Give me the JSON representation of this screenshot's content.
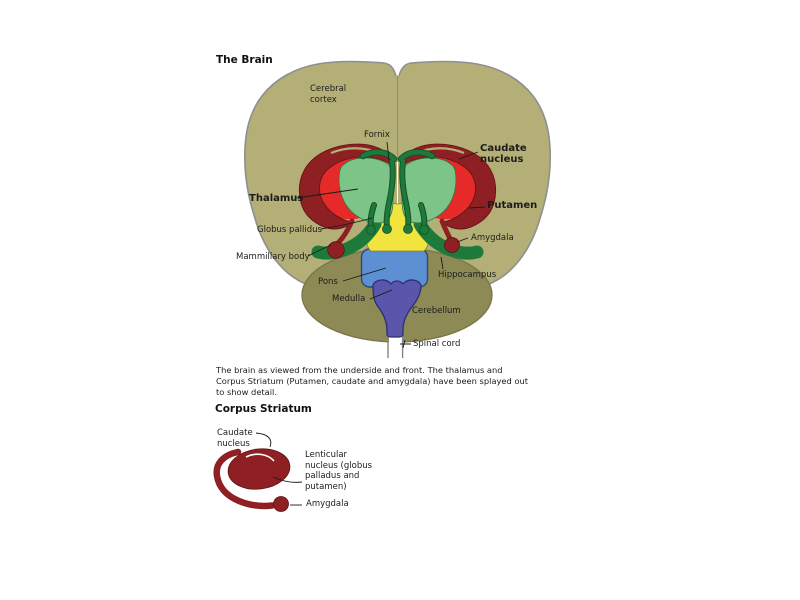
{
  "main_diagram": {
    "title": "The Brain",
    "labels": {
      "cerebral_cortex": "Cerebral\ncortex",
      "fornix": "Fornix",
      "caudate_nucleus": "Caudate\nnucleus",
      "thalamus": "Thalamus",
      "putamen": "Putamen",
      "globus_pallidus": "Globus pallidus",
      "amygdala": "Amygdala",
      "mammillary_body": "Mammillary body",
      "hippocampus": "Hippocampus",
      "pons": "Pons",
      "medulla": "Medulla",
      "cerebellum": "Cerebellum",
      "spinal_cord": "Spinal cord"
    },
    "colors": {
      "cerebral_cortex": "#b3af76",
      "cerebellum": "#8d8a55",
      "thalamus": "#7cc487",
      "fornix_hippocampus": "#1e7a3b",
      "caudate_putamen": "#8e2024",
      "bright_red": "#e62929",
      "hypothalamus_yellow": "#f2e43f",
      "pons": "#5d8fd3",
      "medulla": "#5956ac",
      "outline": "#8f8f8f"
    }
  },
  "caption": "The brain as viewed from the underside and front.  The thalamus and\nCorpus Striatum (Putamen, caudate and amygdala) have been splayed out\nto show detail.",
  "corpus_striatum_diagram": {
    "heading": "Corpus Striatum",
    "labels": {
      "caudate_nucleus": "Caudate\nnucleus",
      "lenticular_nucleus": "Lenticular\nnucleus (globus\npalladus and\nputamen)",
      "amygdala": "Amygdala"
    },
    "color": "#8e2024"
  }
}
